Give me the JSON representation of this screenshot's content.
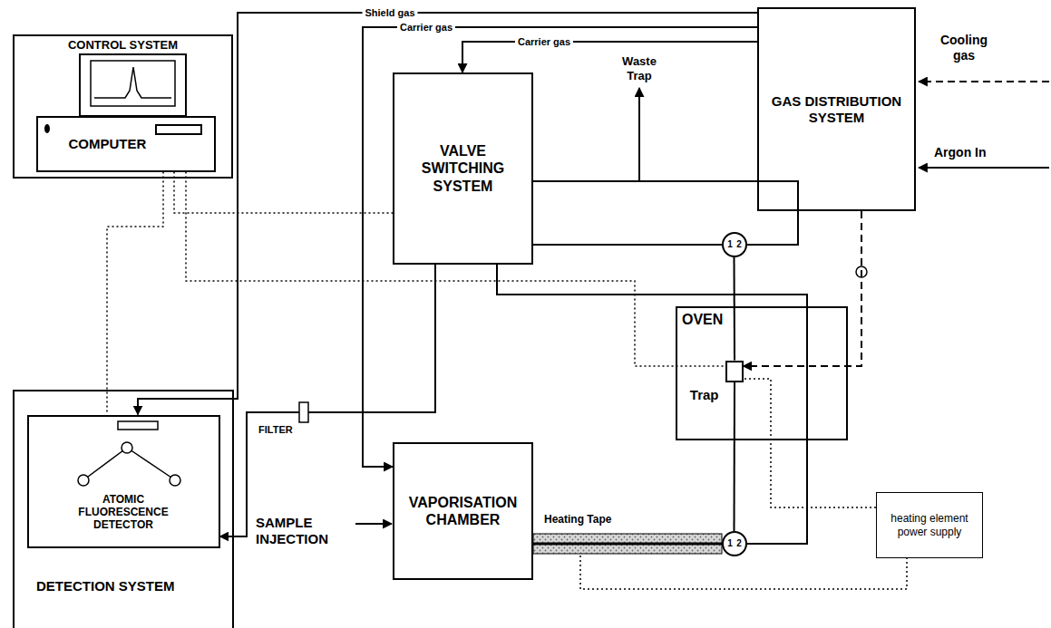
{
  "diagram": {
    "nodes": [
      {
        "text": [
          "CONTROL SYSTEM"
        ]
      },
      {
        "text": [
          "COMPUTER"
        ],
        "in": 0
      },
      {
        "text": [
          "GAS DISTRIBUTION SYSTEM"
        ]
      },
      {
        "text": [
          "VALVE SWITCHING SYSTEM"
        ]
      },
      {
        "text": [
          "1",
          "2"
        ]
      },
      {
        "text": [
          "OVEN"
        ]
      },
      {
        "text": [
          "Trap"
        ],
        "in": 5
      },
      {
        "text": [
          "DETECTION SYSTEM"
        ]
      },
      {
        "text": [
          "ATOMIC FLUORESCENCE DETECTOR"
        ],
        "in": 7
      },
      {
        "text": [
          "VAPORISATION CHAMBER"
        ]
      },
      {
        "text": [
          "1",
          "2"
        ]
      },
      {
        "text": [
          "heating element power supply"
        ]
      }
    ],
    "edges": [
      {
        "from": 2,
        "to": 8,
        "arrow": "to",
        "label": "Shield gas"
      },
      {
        "from": 2,
        "to": 9,
        "arrow": "to",
        "label": "Carrier gas"
      },
      {
        "from": 2,
        "to": 3,
        "arrow": "to",
        "label": "Carrier gas"
      },
      {
        "from": 3,
        "to": 8,
        "arrow": "to"
      },
      {
        "from": 3,
        "to": 4,
        "arrow": "none"
      },
      {
        "from": 4,
        "to": 6,
        "arrow": "none"
      },
      {
        "from": 6,
        "to": 10,
        "arrow": "none"
      },
      {
        "from": 3,
        "to": 10,
        "arrow": "none"
      },
      {
        "from": 9,
        "to": 10,
        "arrow": "none"
      },
      {
        "from": 1,
        "to": 3,
        "arrow": "none"
      },
      {
        "from": 1,
        "to": 8,
        "arrow": "none"
      },
      {
        "from": 1,
        "to": 6,
        "arrow": "none"
      },
      {
        "from": 2,
        "to": 6,
        "arrow": "to"
      },
      {
        "from": 11,
        "to": 6,
        "arrow": "none"
      }
    ],
    "labels": [
      "Waste Trap",
      "Cooling gas",
      "Argon In",
      "FILTER",
      "SAMPLE INJECTION",
      "Heating Tape"
    ]
  }
}
